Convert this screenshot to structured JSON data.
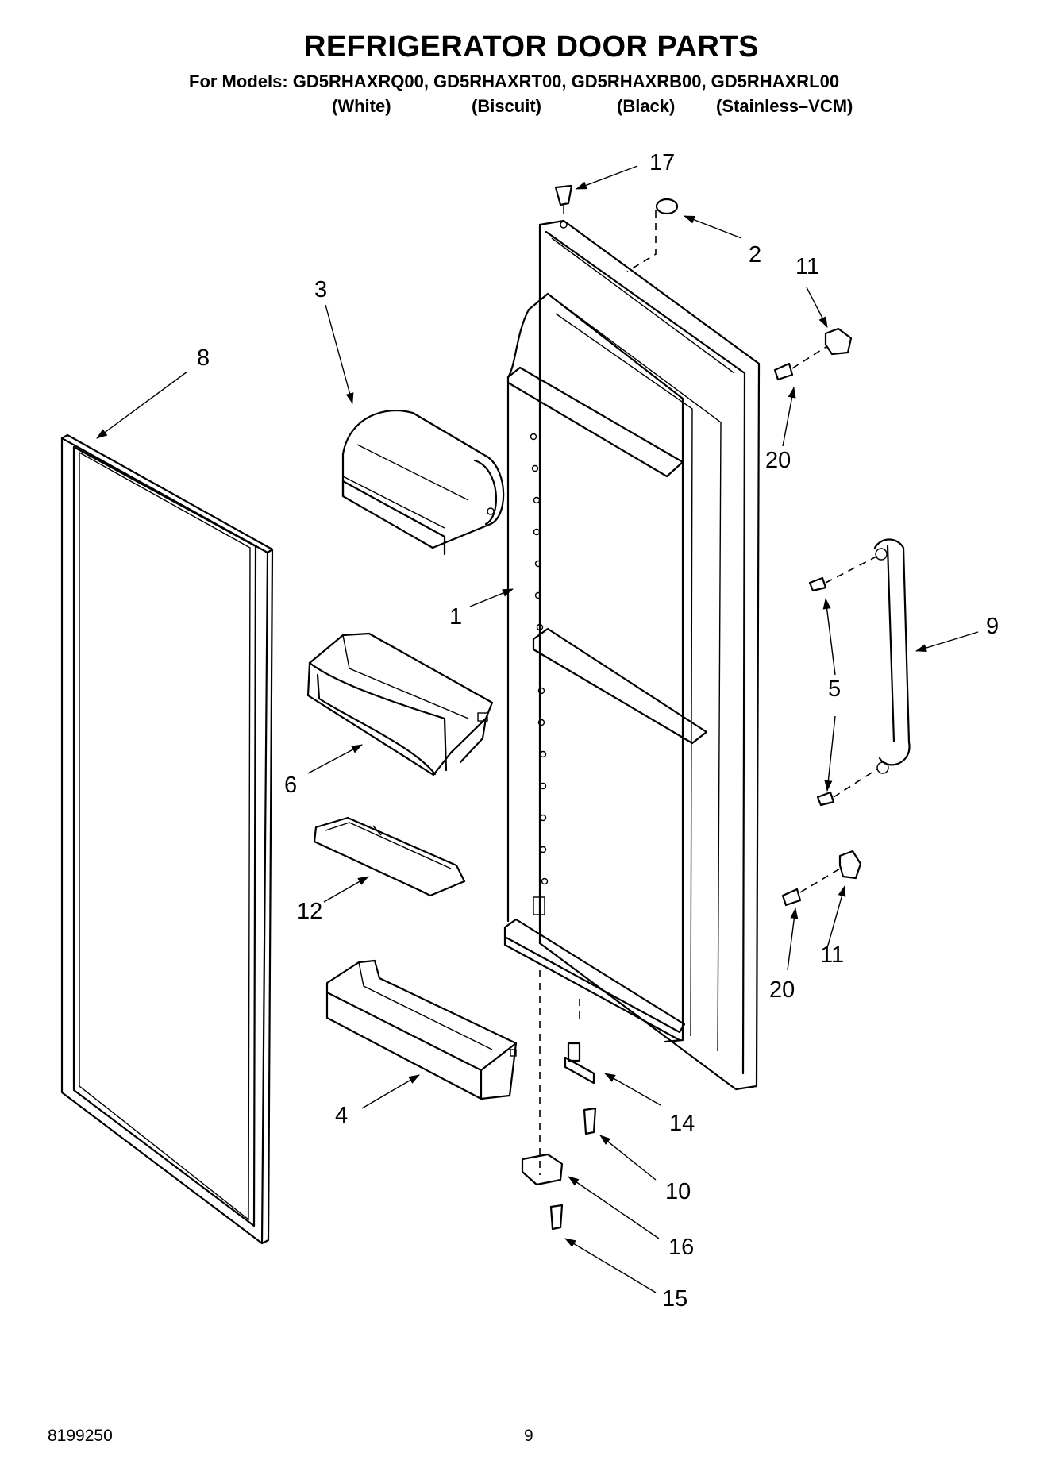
{
  "title": "REFRIGERATOR DOOR PARTS",
  "models_line": "For Models: GD5RHAXRQ00, GD5RHAXRT00, GD5RHAXRB00, GD5RHAXRL00",
  "variants": [
    "(White)",
    "(Biscuit)",
    "(Black)",
    "(Stainless–VCM)"
  ],
  "callouts": {
    "c1": "1",
    "c2": "2",
    "c3": "3",
    "c4": "4",
    "c5": "5",
    "c6": "6",
    "c8": "8",
    "c9": "9",
    "c10": "10",
    "c11a": "11",
    "c11b": "11",
    "c12": "12",
    "c14": "14",
    "c15": "15",
    "c16": "16",
    "c17": "17",
    "c20a": "20",
    "c20b": "20"
  },
  "footer": {
    "doc_number": "8199250",
    "page_number": "9"
  }
}
